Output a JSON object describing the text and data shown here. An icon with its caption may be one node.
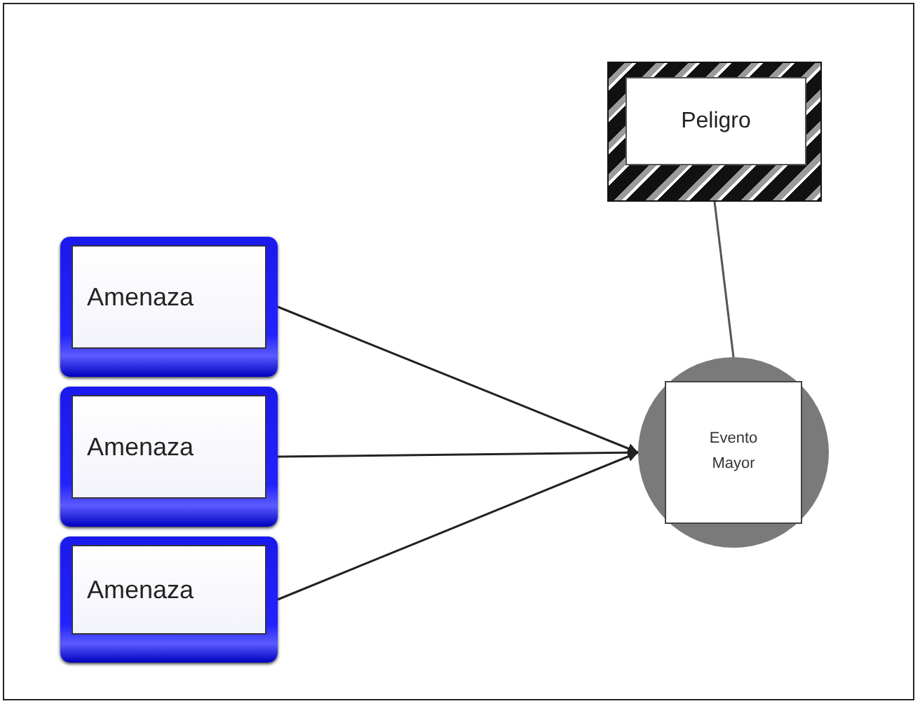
{
  "diagram": {
    "nodes": [
      {
        "text": [
          "Peligro"
        ]
      },
      {
        "text": [
          "Amenaza"
        ]
      },
      {
        "text": [
          "Amenaza"
        ]
      },
      {
        "text": [
          "Amenaza"
        ]
      },
      {
        "text": [
          "Evento Mayor"
        ]
      }
    ],
    "edges": [
      {
        "from": 0,
        "to": 4,
        "arrow": "none"
      },
      {
        "from": 1,
        "to": 4,
        "arrow": "to"
      },
      {
        "from": 2,
        "to": 4,
        "arrow": "to"
      },
      {
        "from": 3,
        "to": 4,
        "arrow": "to"
      }
    ]
  }
}
